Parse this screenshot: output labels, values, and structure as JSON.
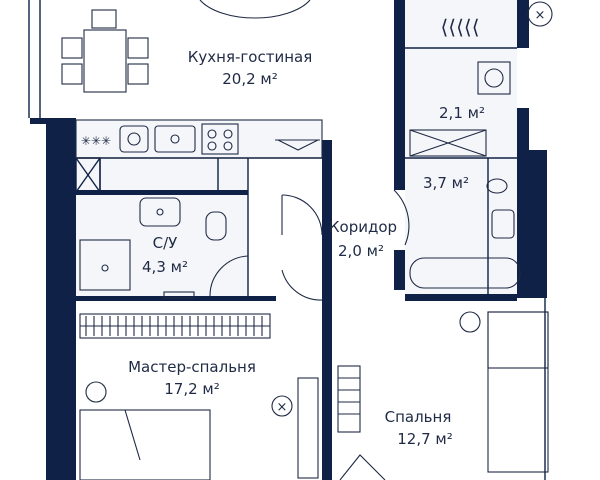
{
  "rooms": {
    "kitchen": {
      "name": "Кухня-гостиная",
      "area": "20,2 м²"
    },
    "storage": {
      "area": "2,1 м²"
    },
    "bath_small": {
      "area": "3,7 м²"
    },
    "bathroom": {
      "name": "С/У",
      "area": "4,3 м²"
    },
    "corridor": {
      "name": "Коридор",
      "area": "2,0 м²"
    },
    "master": {
      "name": "Мастер-спальня",
      "area": "17,2 м²"
    },
    "bedroom": {
      "name": "Спальня",
      "area": "12,7 м²"
    }
  },
  "colors": {
    "wall": "#0f2147",
    "text": "#1f2a44",
    "tile": "#f4f6fa"
  }
}
